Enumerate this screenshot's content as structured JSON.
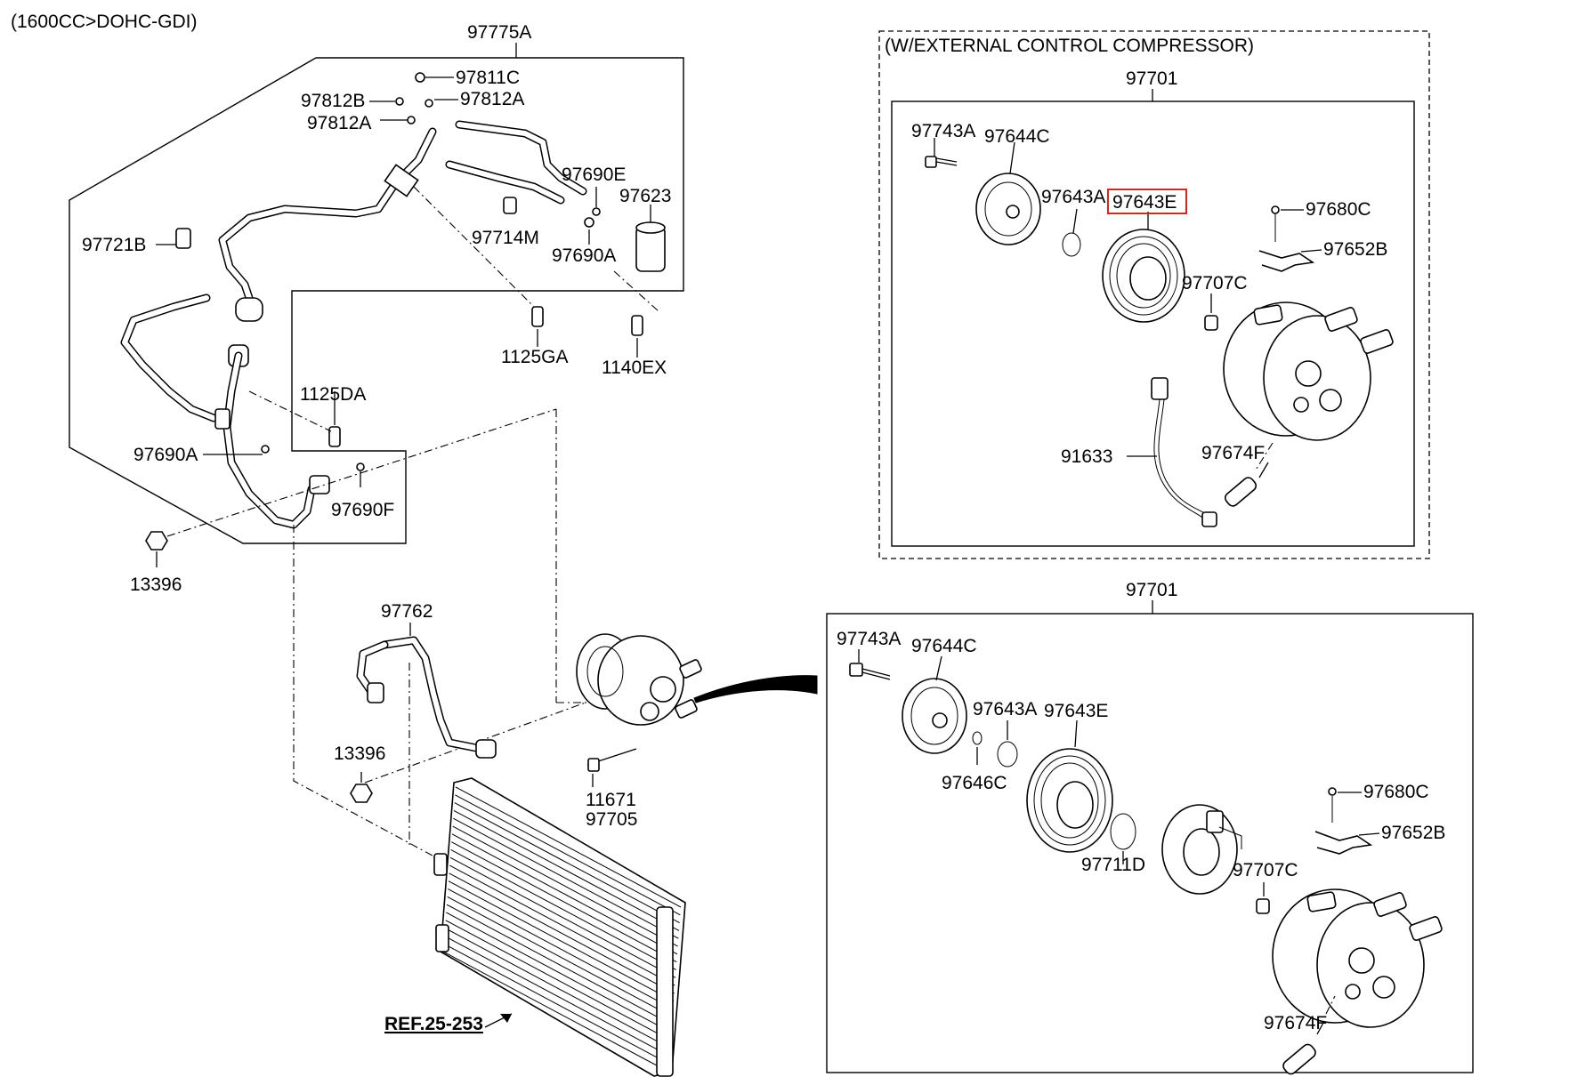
{
  "header": {
    "engine_spec": "(1600CC>DOHC-GDI)"
  },
  "upper_right": {
    "variant_label": "(W/EXTERNAL CONTROL COMPRESSOR)",
    "assembly_number": "97701",
    "labels": {
      "l97743A": "97743A",
      "l97644C": "97644C",
      "l97643A": "97643A",
      "l97643E": "97643E",
      "l97680C": "97680C",
      "l97652B": "97652B",
      "l97707C": "97707C",
      "l91633": "91633",
      "l97674F": "97674F"
    },
    "highlight_color": "#d9241c"
  },
  "lower_right": {
    "assembly_number": "97701",
    "labels": {
      "l97743A": "97743A",
      "l97644C": "97644C",
      "l97643A": "97643A",
      "l97643E": "97643E",
      "l97646C": "97646C",
      "l97711D": "97711D",
      "l97707C": "97707C",
      "l97680C": "97680C",
      "l97652B": "97652B",
      "l97674F": "97674F"
    }
  },
  "left": {
    "assembly_number": "97775A",
    "labels": {
      "l97811C": "97811C",
      "l97812B": "97812B",
      "l97812A_right": "97812A",
      "l97812A_left": "97812A",
      "l97690E": "97690E",
      "l97623": "97623",
      "l97714M": "97714M",
      "l97690A_top": "97690A",
      "l97721B": "97721B",
      "l1125GA": "1125GA",
      "l1140EX": "1140EX",
      "l1125DA": "1125DA",
      "l97690A_left": "97690A",
      "l97690F": "97690F",
      "l13396_top": "13396",
      "l97762": "97762",
      "l13396_bottom": "13396",
      "l11671": "11671",
      "l97705": "97705",
      "ref": "REF.25-253"
    }
  }
}
